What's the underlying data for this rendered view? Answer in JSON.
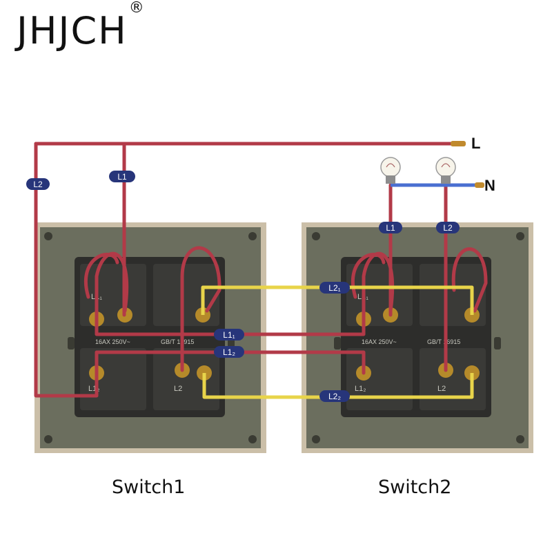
{
  "brand": {
    "name": "JHJCH",
    "mark": "®"
  },
  "terminals": {
    "line": "L",
    "neutral": "N"
  },
  "wire_tags": {
    "l2_feed": "L2",
    "l1_feed": "L1",
    "lamp1": "L1",
    "lamp2": "L2",
    "l21": "L2₁",
    "l11": "L1₁",
    "l12": "L1₂",
    "l22": "L2₂"
  },
  "switch1": {
    "caption": "Switch1",
    "printed": {
      "top_left": "L1₁",
      "rating": "16AX 250V~",
      "standard": "GB/T 16915",
      "bottom_left": "L1₂",
      "bottom_mid": "L2"
    }
  },
  "switch2": {
    "caption": "Switch2",
    "printed": {
      "top_left": "L1₁",
      "rating": "16AX 250V~",
      "standard": "GB/T 16915",
      "bottom_left": "L1₂",
      "bottom_mid": "L2"
    }
  },
  "colors": {
    "live_wire": "#b23a48",
    "traveler_wire": "#e8d44a",
    "neutral_wire": "#4a6fd1",
    "tag_fill": "#27357a",
    "frame": "#cbbfa8",
    "plate": "#6b6e5e",
    "module": "#2d2d2b"
  }
}
